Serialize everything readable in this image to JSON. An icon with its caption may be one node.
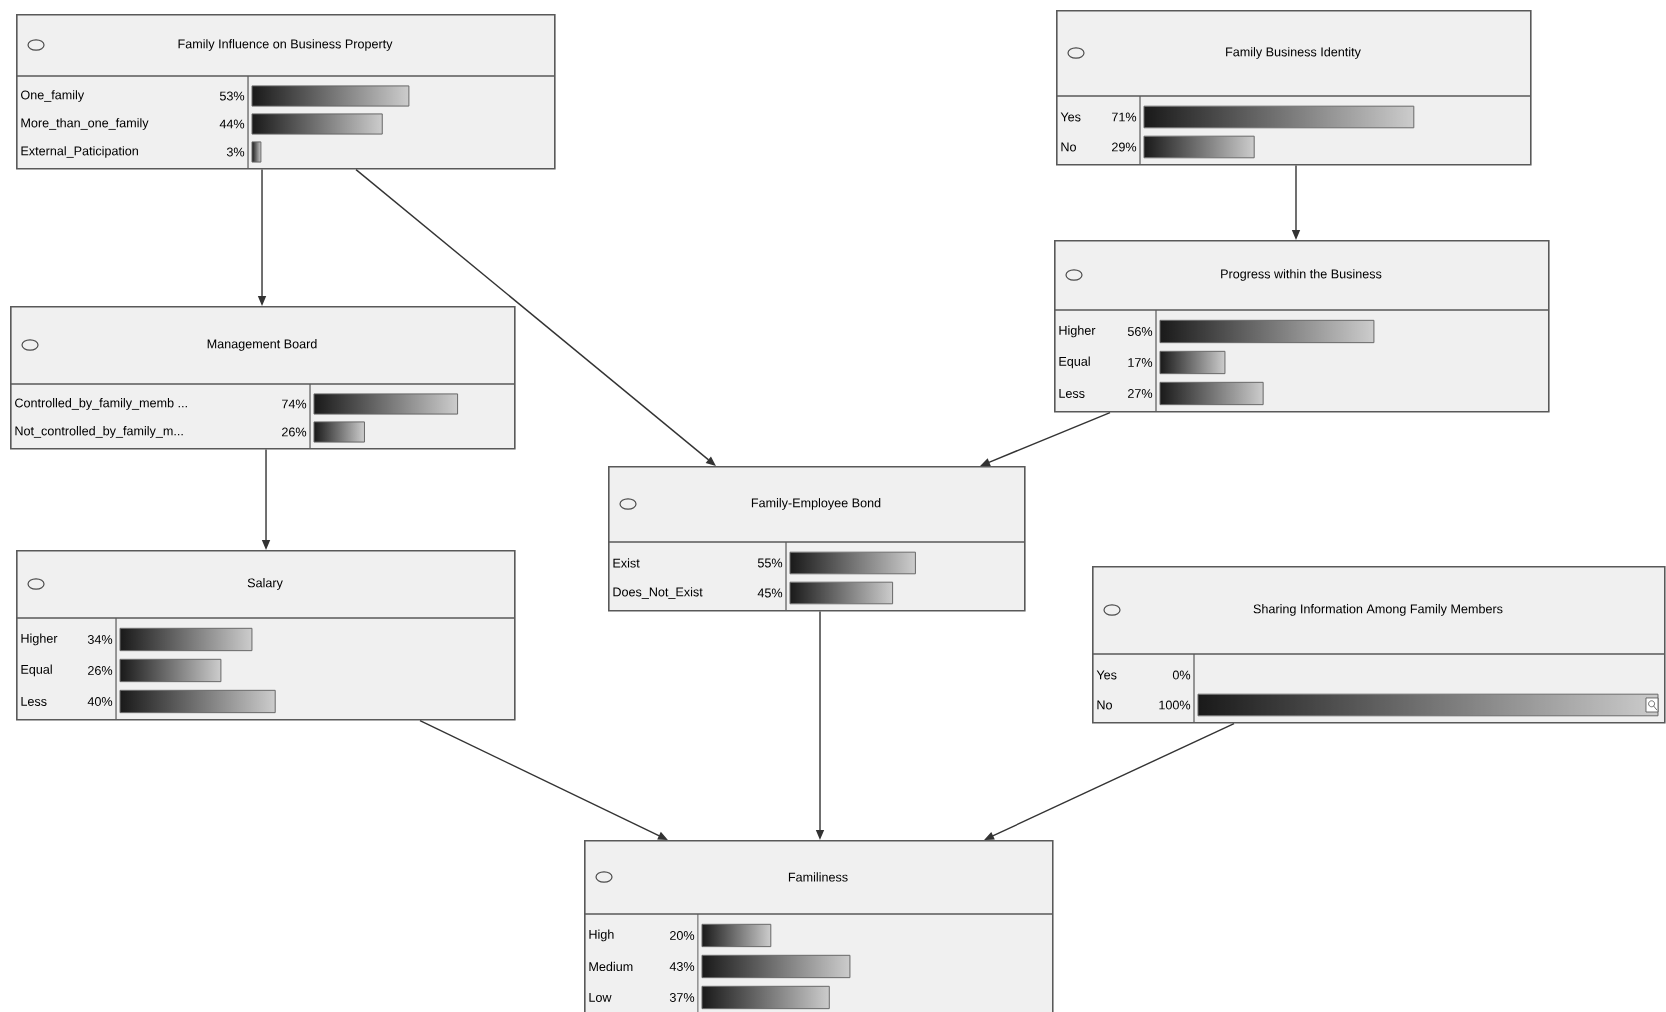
{
  "diagram": {
    "nodes": [
      {
        "text": [
          "Family Influence on Business Property",
          "One_family",
          "53%",
          "More_than_one_family",
          "44%",
          "External_Paticipation",
          "3%"
        ]
      },
      {
        "text": [
          "Family Business Identity",
          "Yes",
          "71%",
          "No",
          "29%"
        ]
      },
      {
        "text": [
          "Progress within the Business",
          "Higher",
          "56%",
          "Equal",
          "17%",
          "Less",
          "27%"
        ]
      },
      {
        "text": [
          "Management Board",
          "Controlled_by_family_memb ...",
          "74%",
          "Not_controlled_by_family_m...",
          "26%"
        ]
      },
      {
        "text": [
          "Family-Employee Bond",
          "Exist",
          "55%",
          "Does_Not_Exist",
          "45%"
        ]
      },
      {
        "text": [
          "Salary",
          "Higher",
          "34%",
          "Equal",
          "26%",
          "Less",
          "40%"
        ]
      },
      {
        "text": [
          "Sharing Information Among Family Members",
          "Yes",
          "0%",
          "No",
          "100%"
        ]
      },
      {
        "text": [
          "Familiness",
          "High",
          "20%",
          "Medium",
          "43%",
          "Low",
          "37%"
        ]
      }
    ],
    "edges": [
      {
        "from": 0,
        "to": 3,
        "arrow": "to"
      },
      {
        "from": 0,
        "to": 4,
        "arrow": "to"
      },
      {
        "from": 1,
        "to": 2,
        "arrow": "to"
      },
      {
        "from": 2,
        "to": 4,
        "arrow": "to"
      },
      {
        "from": 3,
        "to": 5,
        "arrow": "to"
      },
      {
        "from": 5,
        "to": 7,
        "arrow": "to"
      },
      {
        "from": 4,
        "to": 7,
        "arrow": "to"
      },
      {
        "from": 6,
        "to": 7,
        "arrow": "to"
      }
    ]
  }
}
